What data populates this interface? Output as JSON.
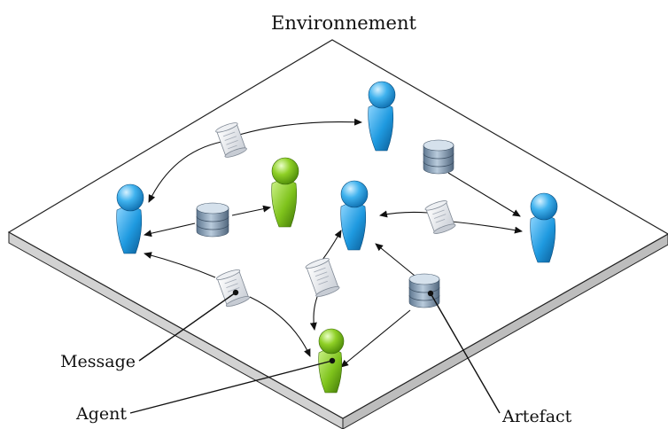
{
  "title": "Environnement",
  "labels": {
    "message": "Message",
    "agent": "Agent",
    "artefact": "Artefact"
  },
  "colors": {
    "agent_blue": "#1a9be0",
    "agent_green": "#7fc31c",
    "artefact": "#8aa3bd",
    "message": "#dfe3e8",
    "platform_top": "#ffffff",
    "platform_edge": "#d4d4d4"
  },
  "nodes": {
    "agents": [
      {
        "id": "a1",
        "kind": "blue"
      },
      {
        "id": "a2",
        "kind": "blue"
      },
      {
        "id": "a3",
        "kind": "blue"
      },
      {
        "id": "a4",
        "kind": "blue"
      },
      {
        "id": "a5",
        "kind": "green"
      },
      {
        "id": "a6",
        "kind": "green"
      }
    ],
    "artefact_count": 3,
    "message_count": 4
  }
}
